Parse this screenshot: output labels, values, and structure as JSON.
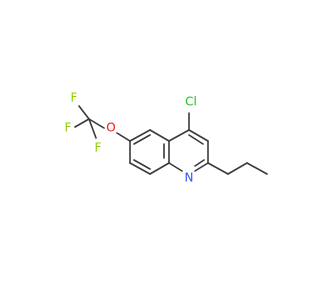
{
  "molecule": {
    "atoms": [
      {
        "id": "cl",
        "symbol": "Cl",
        "color": "#1fbf1f"
      },
      {
        "id": "o",
        "symbol": "O",
        "color": "#ff0d0d"
      },
      {
        "id": "n",
        "symbol": "N",
        "color": "#3050f8"
      },
      {
        "id": "f1",
        "symbol": "F",
        "color": "#8fce00"
      },
      {
        "id": "f2",
        "symbol": "F",
        "color": "#8fce00"
      },
      {
        "id": "f3",
        "symbol": "F",
        "color": "#8fce00"
      }
    ],
    "bond_color": "#3a3a3a"
  }
}
